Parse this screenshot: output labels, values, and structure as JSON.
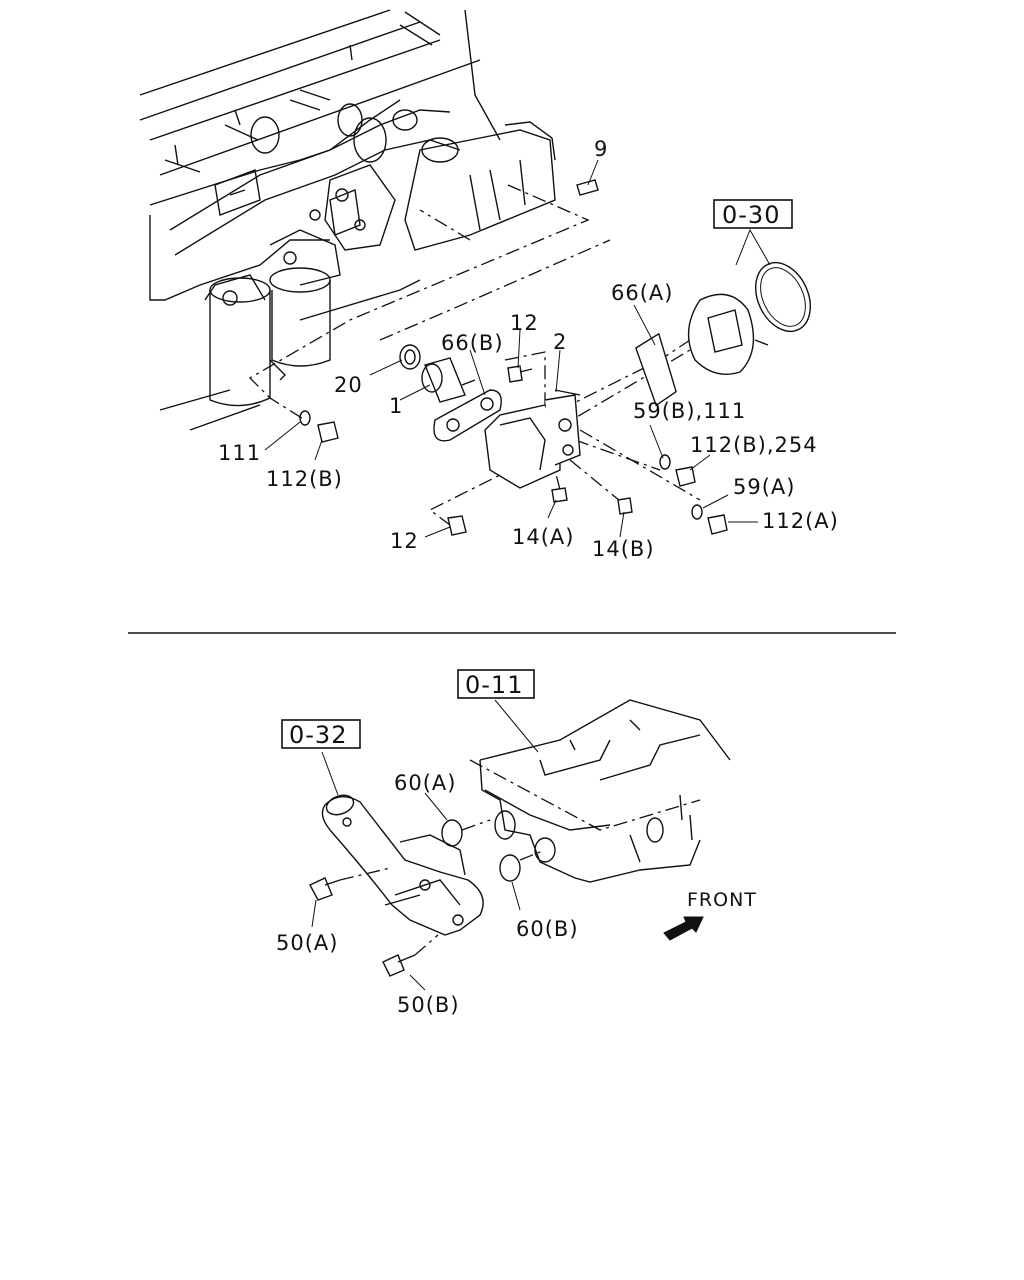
{
  "upper": {
    "ref_boxes": [
      "0-30"
    ],
    "callouts": {
      "c9": "9",
      "c66a": "66(A)",
      "c66b": "66(B)",
      "c12_top": "12",
      "c2": "2",
      "c20": "20",
      "c1": "1",
      "c59b": "59(B),111",
      "c112b254": "112(B),254",
      "c59a": "59(A)",
      "c112a": "112(A)",
      "c111": "111",
      "c112b": "112(B)",
      "c12_bot": "12",
      "c14a": "14(A)",
      "c14b": "14(B)"
    }
  },
  "lower": {
    "ref_boxes": [
      "0-11",
      "0-32"
    ],
    "callouts": {
      "c60a": "60(A)",
      "c60b": "60(B)",
      "c50a": "50(A)",
      "c50b": "50(B)"
    },
    "front_label": "FRONT"
  }
}
